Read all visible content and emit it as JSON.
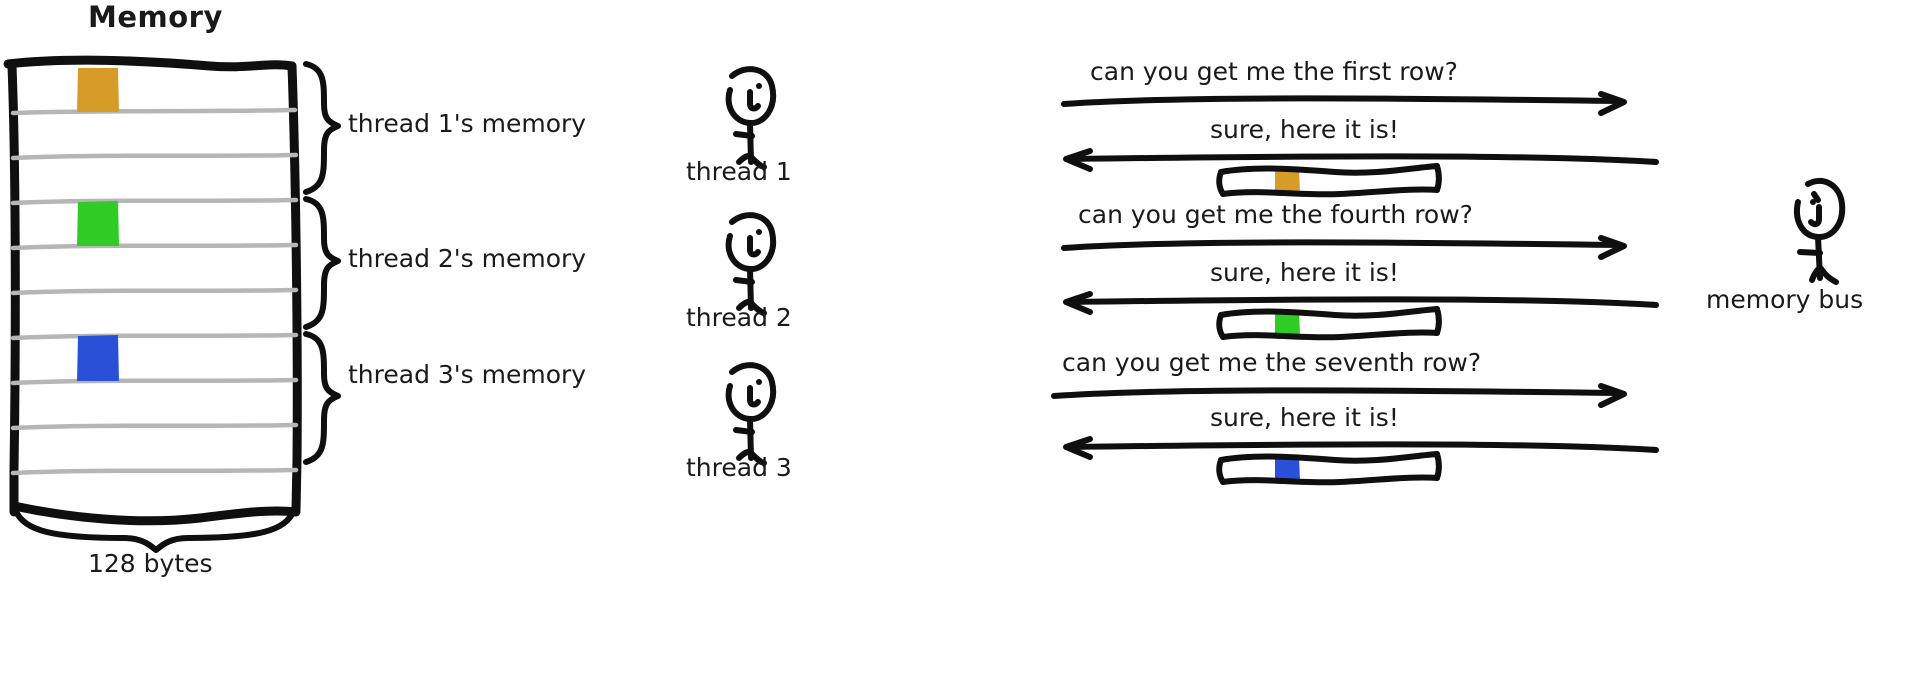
{
  "title": "Memory",
  "memory_block": {
    "width_label": "128 bytes",
    "row_count": 9,
    "highlighted_rows": [
      {
        "row": 1,
        "color": "#d79b28",
        "owner": "thread 1"
      },
      {
        "row": 4,
        "color": "#2ecc24",
        "owner": "thread 2"
      },
      {
        "row": 7,
        "color": "#2b50d8",
        "owner": "thread 3"
      }
    ],
    "groups": [
      {
        "label": "thread 1's memory",
        "rows": [
          1,
          2,
          3
        ]
      },
      {
        "label": "thread 2's memory",
        "rows": [
          4,
          5,
          6
        ]
      },
      {
        "label": "thread 3's memory",
        "rows": [
          7,
          8,
          9
        ]
      }
    ]
  },
  "actors": {
    "threads": [
      {
        "label": "thread 1"
      },
      {
        "label": "thread 2"
      },
      {
        "label": "thread 3"
      }
    ],
    "bus": {
      "label": "memory bus"
    }
  },
  "conversations": [
    {
      "request": "can you get me the first row?",
      "reply": "sure, here it is!",
      "payload_color": "#d79b28"
    },
    {
      "request": "can you get me the fourth row?",
      "reply": "sure, here it is!",
      "payload_color": "#2ecc24"
    },
    {
      "request": "can you get me the seventh row?",
      "reply": "sure, here it is!",
      "payload_color": "#2b50d8"
    }
  ],
  "colors": {
    "ink": "#0f0f0f",
    "gridline": "#b6b6b6",
    "orange": "#d79b28",
    "green": "#2ecc24",
    "blue": "#2b50d8",
    "background": "#ffffff"
  }
}
